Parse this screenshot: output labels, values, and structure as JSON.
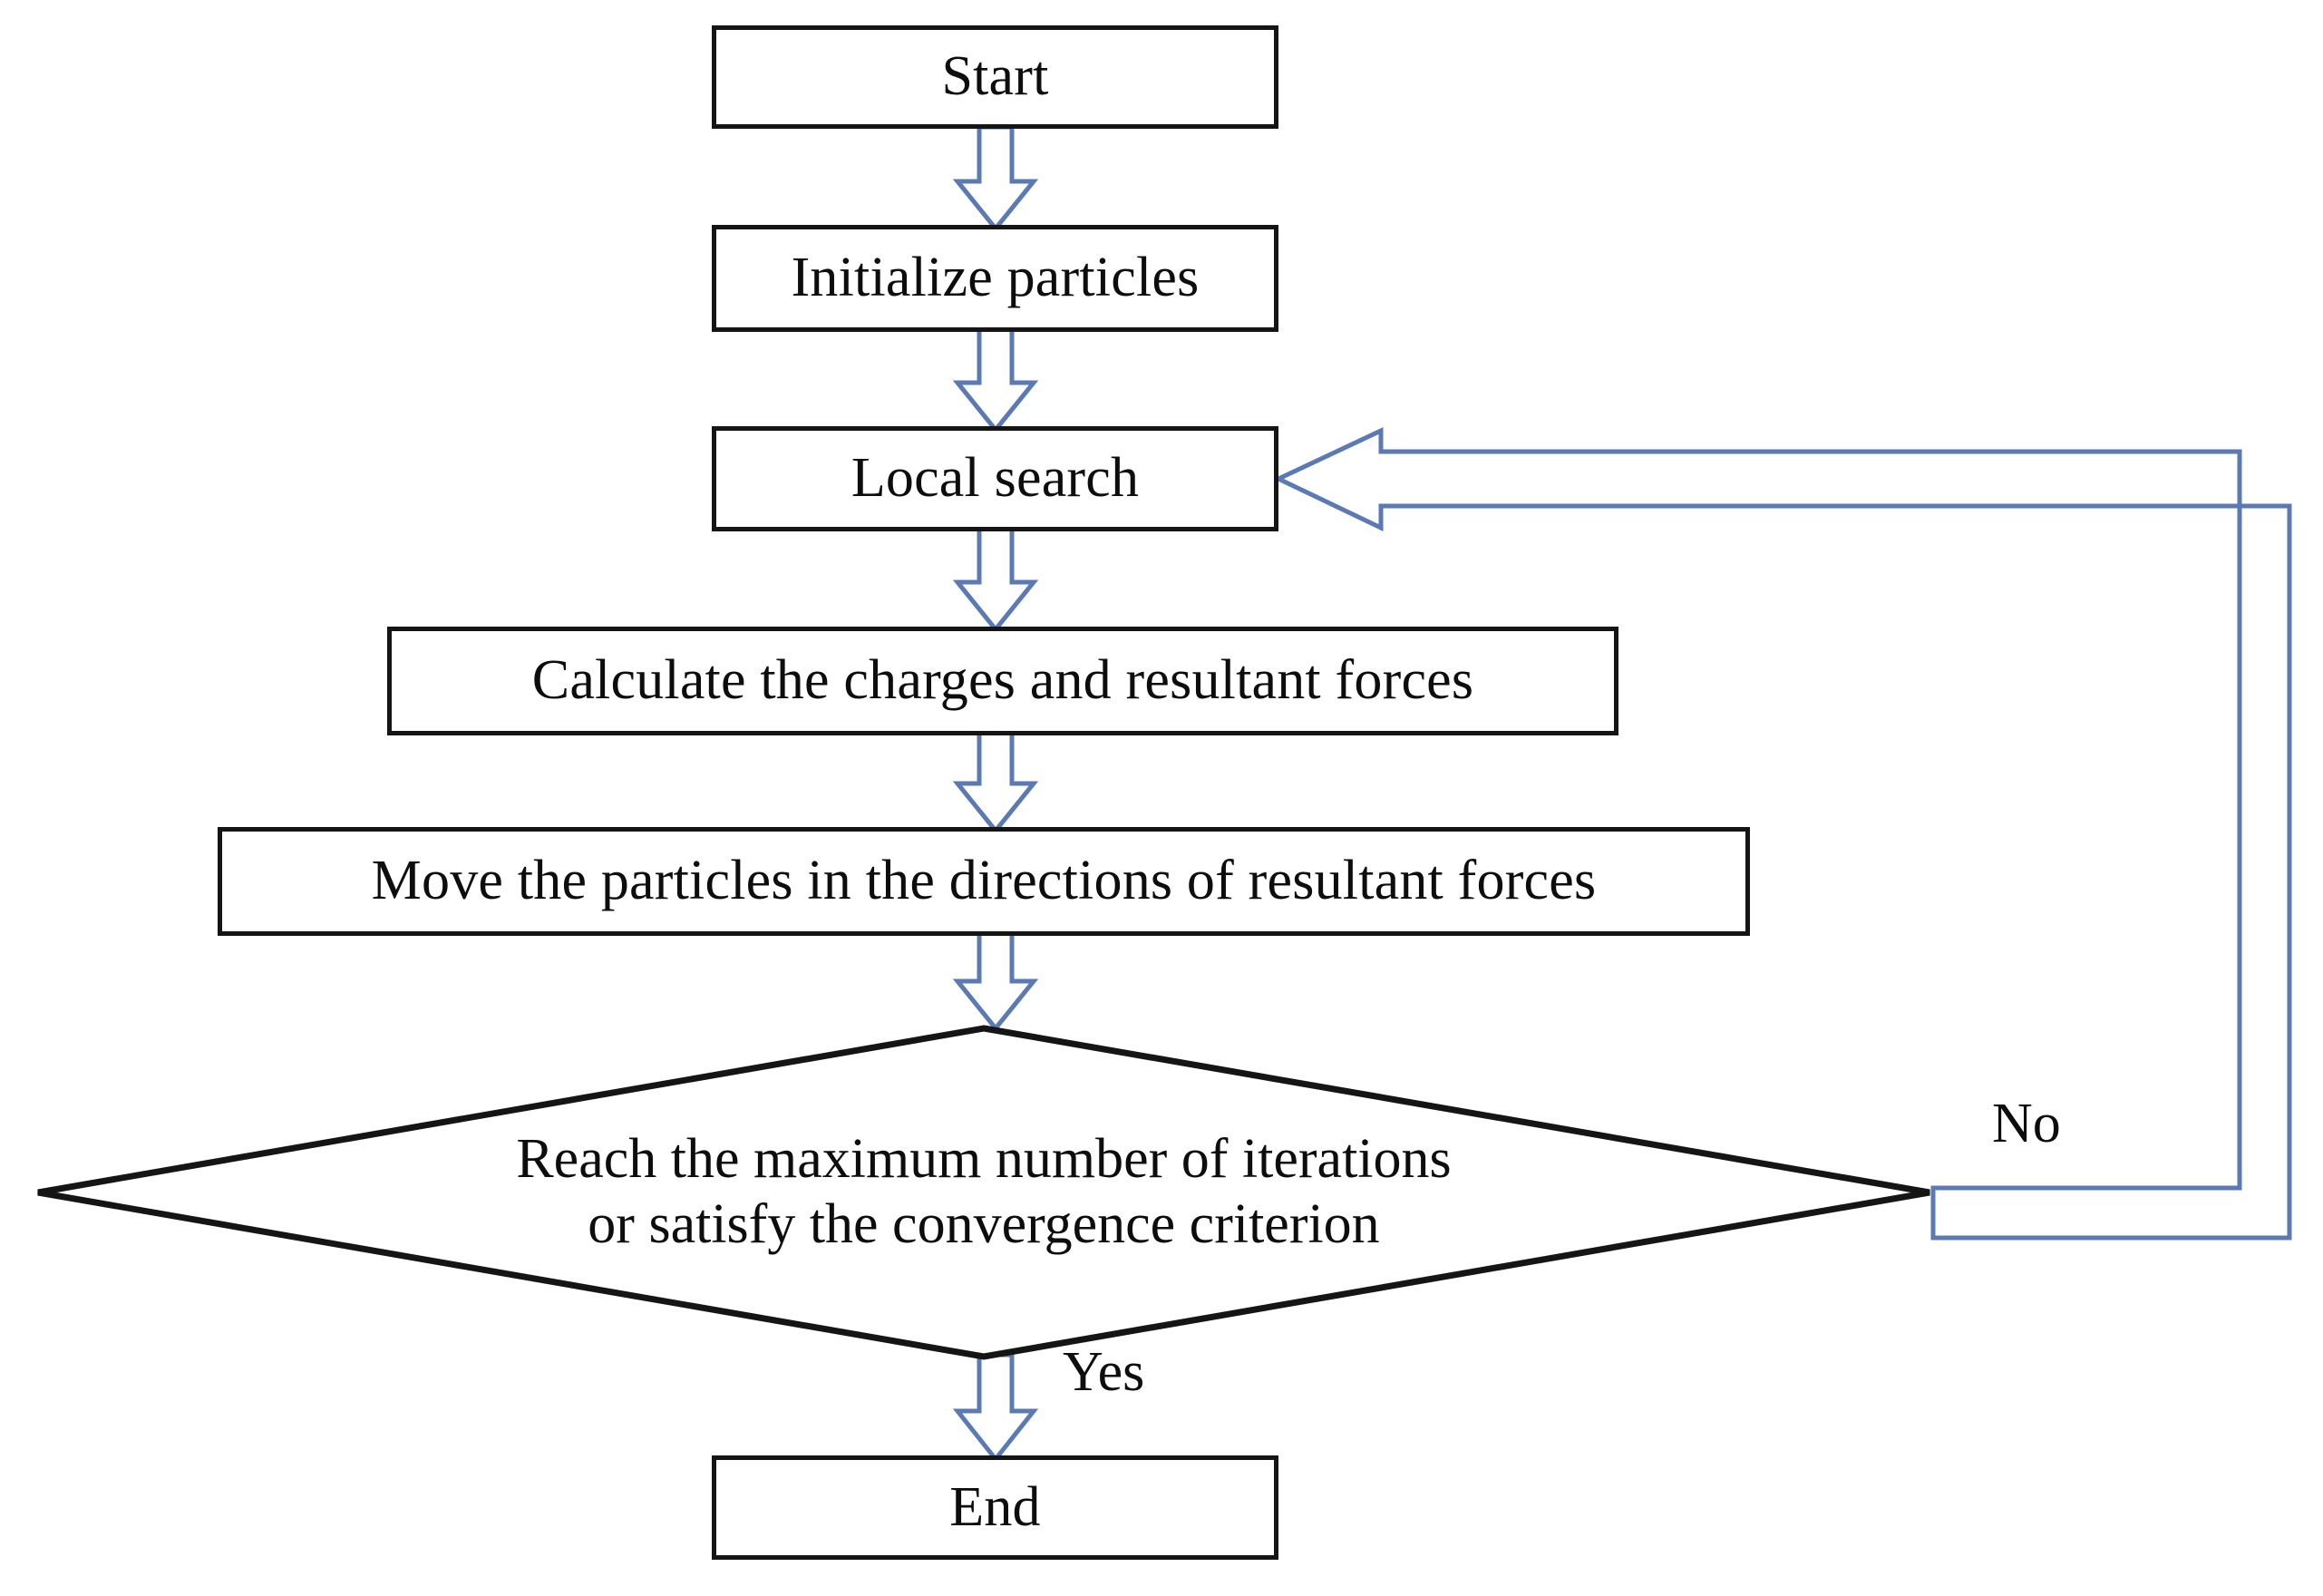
{
  "diagram": {
    "title": "Charged System Search / particle optimization flowchart",
    "type": "flowchart",
    "colors": {
      "node_border": "#151515",
      "node_fill": "#ffffff",
      "arrow_stroke": "#5b79b5",
      "arrow_fill": "#ffffff",
      "text": "#0d0d0d",
      "background": "#ffffff"
    },
    "nodes": [
      {
        "id": "start",
        "shape": "rectangle",
        "label": "Start"
      },
      {
        "id": "init",
        "shape": "rectangle",
        "label": "Initialize particles"
      },
      {
        "id": "local",
        "shape": "rectangle",
        "label": "Local search"
      },
      {
        "id": "calc",
        "shape": "rectangle",
        "label": "Calculate the charges and resultant forces"
      },
      {
        "id": "move",
        "shape": "rectangle",
        "label": "Move the particles in the directions of resultant forces"
      },
      {
        "id": "decision",
        "shape": "diamond",
        "label_line1": "Reach the maximum number of iterations",
        "label_line2": "or satisfy the convergence criterion"
      },
      {
        "id": "end",
        "shape": "rectangle",
        "label": "End"
      }
    ],
    "edges": [
      {
        "from": "start",
        "to": "init",
        "label": ""
      },
      {
        "from": "init",
        "to": "local",
        "label": ""
      },
      {
        "from": "local",
        "to": "calc",
        "label": ""
      },
      {
        "from": "calc",
        "to": "move",
        "label": ""
      },
      {
        "from": "move",
        "to": "decision",
        "label": ""
      },
      {
        "from": "decision",
        "to": "end",
        "label": "Yes"
      },
      {
        "from": "decision",
        "to": "local",
        "label": "No"
      }
    ],
    "edge_labels": {
      "no": "No",
      "yes": "Yes"
    }
  }
}
